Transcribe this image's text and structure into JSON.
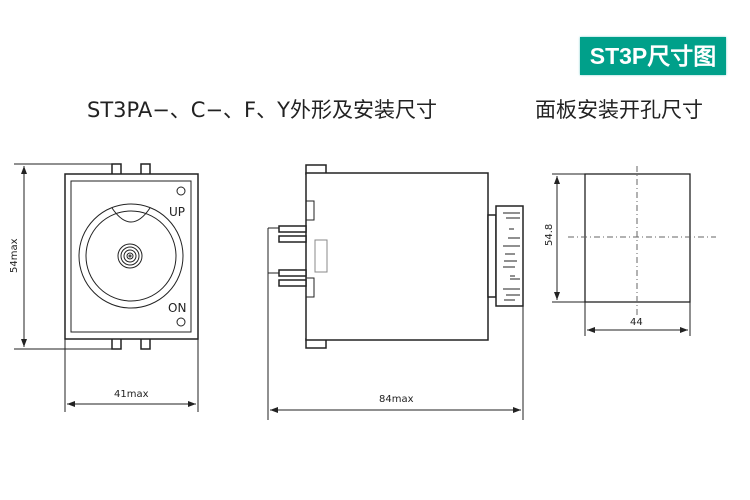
{
  "badge": "ST3P尺寸图",
  "titles": {
    "outline": "ST3PA−、C−、F、Y外形及安装尺寸",
    "cutout": "面板安装开孔尺寸"
  },
  "front_view": {
    "height_label": "54max",
    "width_label": "41max",
    "up_label": "UP",
    "on_label": "ON"
  },
  "side_view": {
    "depth_label": "84max"
  },
  "cutout_view": {
    "height_label": "54.8",
    "width_label": "44"
  },
  "colors": {
    "badge": "#00a08a",
    "lines": "#222222"
  }
}
